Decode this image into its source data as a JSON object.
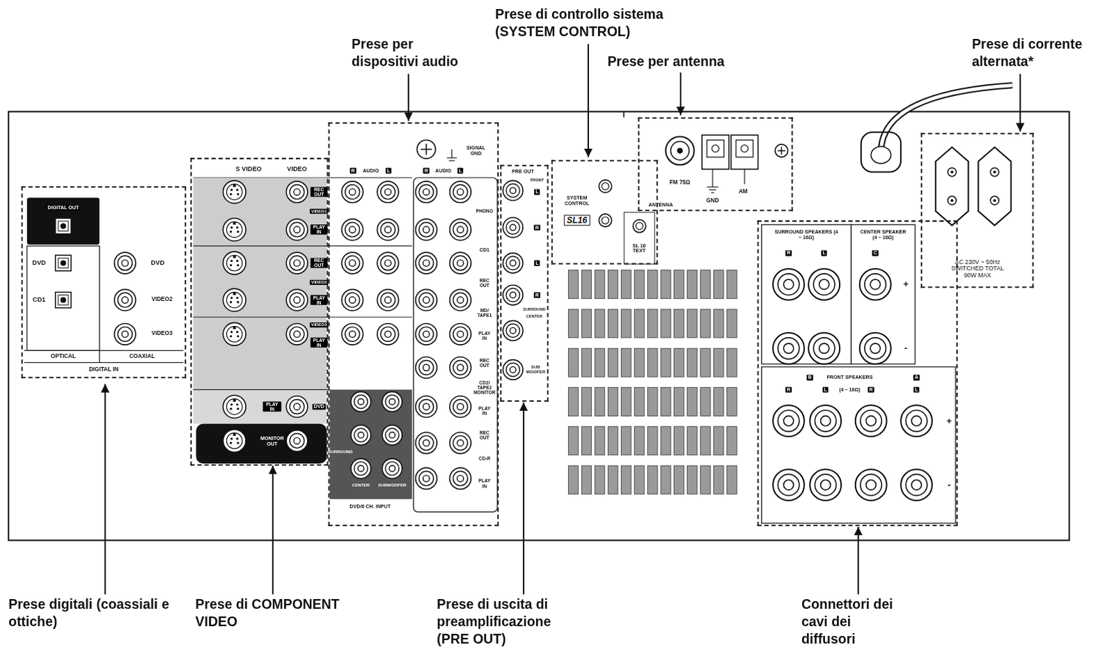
{
  "diagram": {
    "nodes": [
      {
        "text": [
          "DIGITAL OUT",
          "DVD",
          "CD1",
          "DVD",
          "VIDEO2",
          "VIDEO3",
          "OPTICAL",
          "COAXIAL",
          "DIGITAL IN"
        ]
      },
      {
        "text": [
          "S VIDEO",
          "VIDEO",
          "REC OUT",
          "VIDEO1",
          "PLAY IN",
          "REC OUT",
          "VIDEO2",
          "PLAY IN",
          "VIDEO3",
          "PLAY IN",
          "PLAY IN",
          "DVD",
          "MONITOR OUT"
        ]
      },
      {
        "text": [
          "SIGNAL GND",
          "R",
          "AUDIO",
          "L",
          "R",
          "AUDIO",
          "L",
          "PHONO",
          "CD1",
          "REC OUT",
          "MD/ TAPE1",
          "PLAY IN",
          "REC OUT",
          "CD2/ TAPE2 MONITOR",
          "PLAY IN",
          "REC OUT",
          "CD-R",
          "PLAY IN",
          "SURROUND",
          "CENTER",
          "SUBWOOFER",
          "DVD/6 CH. INPUT"
        ]
      },
      {
        "text": [
          "PRE OUT",
          "FRONT",
          "L",
          "R",
          "L",
          "R",
          "SURROUND",
          "CENTER",
          "SUB WOOFER"
        ]
      },
      {
        "text": [
          "SYSTEM CONTROL",
          "SL16"
        ]
      },
      {
        "text": [
          "SL 16 TEXT"
        ],
        "in": 4
      },
      {
        "text": [
          "FM 75Ω",
          "GND",
          "AM",
          "ANTENNA"
        ]
      },
      {
        "text": [
          "AC 230V ~ 50Hz SWITCHED TOTAL 90W MAX"
        ]
      },
      {
        "text": [
          "SURROUND SPEAKERS (4 – 16Ω)",
          "CENTER SPEAKER (4 – 16Ω)",
          "R",
          "L",
          "C",
          "+",
          "-",
          "B",
          "FRONT SPEAKERS",
          "A",
          "R",
          "L",
          "(4 – 16Ω)",
          "R",
          "L",
          "+",
          "-"
        ]
      }
    ],
    "labels": [
      "Prese di controllo sistema (SYSTEM CONTROL)",
      "Prese per dispositivi audio",
      "Prese per antenna",
      "Prese di corrente alternata*",
      "Prese digitali (coassiali e ottiche)",
      "Prese di COMPONENT VIDEO",
      "Prese di uscita di preamplificazione (PRE OUT)",
      "Connettori dei cavi dei diffusori"
    ]
  }
}
